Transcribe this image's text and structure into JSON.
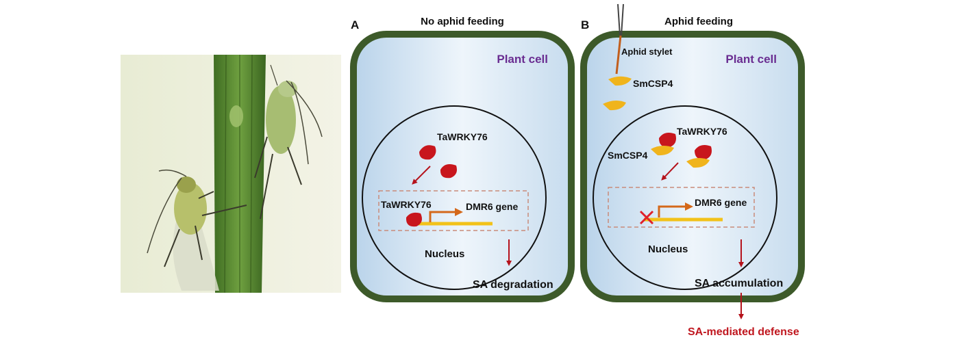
{
  "photo": {
    "subject": "aphids on wheat stem"
  },
  "panels": [
    {
      "letter": "A",
      "heading": "No aphid feeding",
      "cell_label": "Plant cell",
      "protein_label": "TaWRKY76",
      "promoter_protein_label": "TaWRKY76",
      "gene_label": "DMR6 gene",
      "nucleus_label": "Nucleus",
      "outcome": "SA degradation"
    },
    {
      "letter": "B",
      "heading": "Aphid feeding",
      "stylet_label": "Aphid stylet",
      "cell_label": "Plant cell",
      "effector_label": "SmCSP4",
      "protein_label": "TaWRKY76",
      "complex_label": "SmCSP4",
      "gene_label": "DMR6 gene",
      "nucleus_label": "Nucleus",
      "outcome": "SA accumulation",
      "final_outcome": "SA-mediated defense"
    }
  ],
  "colors": {
    "cell_wall": "#3d5a2a",
    "cell_fill": "#cfe3f3",
    "wrky": "#c8161d",
    "csp4": "#f0b41c",
    "gene": "#f2c21a",
    "gene_arrow": "#d4681a",
    "inhibit": "#e0202a",
    "cell_label": "#6a2d91",
    "defense": "#c0171f"
  },
  "icons": [
    "inhibit-cross-icon"
  ]
}
